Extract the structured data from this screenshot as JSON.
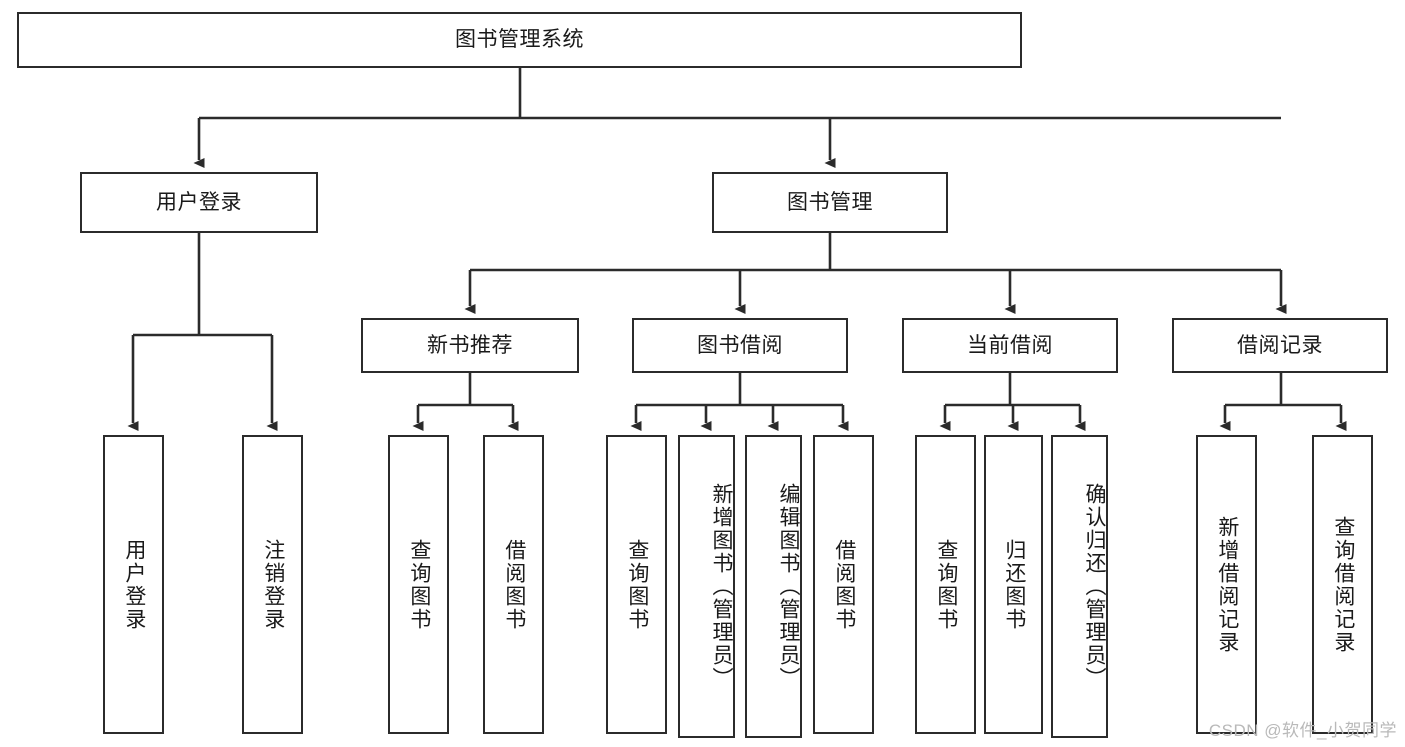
{
  "diagram": {
    "title": "图书管理系统",
    "type": "tree-hierarchy",
    "colors": {
      "box_border": "#2b2b2b",
      "box_fill": "#ffffff",
      "connector": "#2b2b2b",
      "text": "#1a1a1a",
      "watermark": "#b9b9b9"
    },
    "root": {
      "label": "图书管理系统"
    },
    "level2": [
      {
        "key": "user-login",
        "label": "用户登录"
      },
      {
        "key": "book-manage",
        "label": "图书管理"
      }
    ],
    "level3": [
      {
        "key": "new-book-recommend",
        "label": "新书推荐"
      },
      {
        "key": "book-borrow",
        "label": "图书借阅"
      },
      {
        "key": "current-borrow",
        "label": "当前借阅"
      },
      {
        "key": "borrow-record",
        "label": "借阅记录"
      }
    ],
    "leaves": {
      "user-login": [
        {
          "key": "user-login-leaf",
          "label": "用户登录"
        },
        {
          "key": "logout-leaf",
          "label": "注销登录"
        }
      ],
      "new-book-recommend": [
        {
          "key": "query-book-1",
          "label": "查询图书"
        },
        {
          "key": "borrow-book-1",
          "label": "借阅图书"
        }
      ],
      "book-borrow": [
        {
          "key": "query-book-2",
          "label": "查询图书"
        },
        {
          "key": "add-book-admin",
          "label": "新增图书（管理员）"
        },
        {
          "key": "edit-book-admin",
          "label": "编辑图书（管理员）"
        },
        {
          "key": "borrow-book-2",
          "label": "借阅图书"
        }
      ],
      "current-borrow": [
        {
          "key": "query-book-3",
          "label": "查询图书"
        },
        {
          "key": "return-book",
          "label": "归还图书"
        },
        {
          "key": "confirm-return-admin",
          "label": "确认归还（管理员）"
        }
      ],
      "borrow-record": [
        {
          "key": "add-borrow-record",
          "label": "新增借阅记录"
        },
        {
          "key": "query-borrow-record",
          "label": "查询借阅记录"
        }
      ]
    },
    "watermark": "CSDN @软件_小贺同学"
  }
}
